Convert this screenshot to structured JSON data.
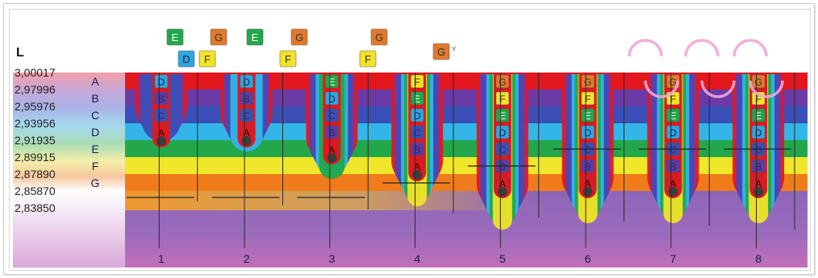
{
  "axis_label": "L",
  "levels": [
    "3,00017",
    "2,97996",
    "2,95976",
    "2,93956",
    "2,91935",
    "2,89915",
    "2,87890",
    "2,85870",
    "2,83850"
  ],
  "bands": [
    {
      "name": "A",
      "color": "#e3171e"
    },
    {
      "name": "B",
      "color": "#6a3aa6"
    },
    {
      "name": "C",
      "color": "#3a4fb7"
    },
    {
      "name": "D",
      "color": "#33b5e8"
    },
    {
      "name": "E",
      "color": "#22a84a"
    },
    {
      "name": "F",
      "color": "#f0e62a"
    },
    {
      "name": "G",
      "color": "#f07b1b"
    }
  ],
  "columns": [
    {
      "label": "1",
      "depth": 1,
      "stack": [
        "D",
        "B",
        "C",
        "A"
      ],
      "above": [
        "E",
        "G",
        "D",
        "F"
      ]
    },
    {
      "label": "2",
      "depth": 2,
      "stack": [
        "D",
        "B",
        "C",
        "A"
      ],
      "above": [
        "E",
        "G",
        "F"
      ]
    },
    {
      "label": "3",
      "depth": 3,
      "stack": [
        "E",
        "D",
        "C",
        "B",
        "A"
      ],
      "above": [
        "G",
        "F"
      ]
    },
    {
      "label": "4",
      "depth": 4,
      "stack": [
        "F",
        "E",
        "D",
        "C",
        "B",
        "A"
      ],
      "above": [
        "G"
      ]
    },
    {
      "label": "5",
      "depth": 5,
      "stack": [
        "G",
        "F",
        "E",
        "D",
        "C",
        "B",
        "A"
      ],
      "above": []
    },
    {
      "label": "6",
      "depth": 4,
      "stack": [
        "G",
        "F",
        "E",
        "D",
        "C",
        "B",
        "A"
      ],
      "above": []
    },
    {
      "label": "7",
      "depth": 4,
      "stack": [
        "G",
        "F",
        "E",
        "D",
        "C",
        "B",
        "A"
      ],
      "above": []
    },
    {
      "label": "8",
      "depth": 4,
      "stack": [
        "G",
        "F",
        "E",
        "D",
        "C",
        "B",
        "A"
      ],
      "above": []
    }
  ],
  "colors": {
    "E": "#22a84a",
    "G": "#e07a2a",
    "D": "#2fa6df",
    "F": "#f2e22a",
    "A": "#e3171e",
    "B": "#6a3aa6",
    "C": "#3a4fb7"
  },
  "annotations": {
    "small_mark": "Y"
  }
}
